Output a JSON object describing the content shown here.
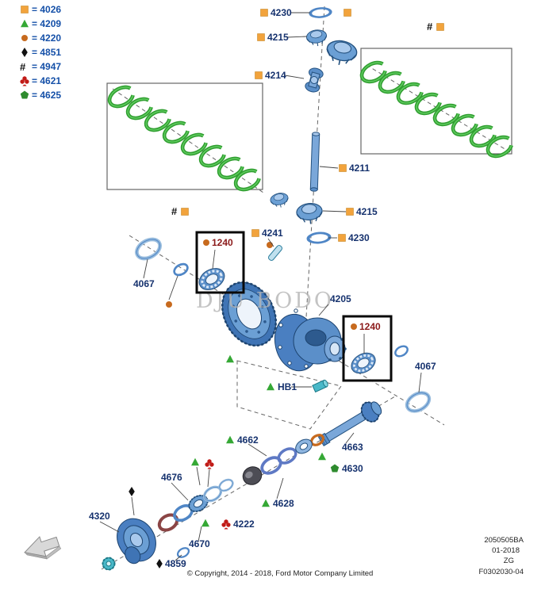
{
  "page": {
    "watermark": "DJU BODO",
    "copyright": "© Copyright, 2014 - 2018, Ford Motor Company Limited",
    "doc": {
      "code": "2050505BA",
      "date": "01-2018",
      "plant": "ZG",
      "frame": "F0302030-04"
    }
  },
  "colors": {
    "marker_orange": "#F2A33C",
    "marker_orange_dot": "#C76A1E",
    "marker_green": "#35A835",
    "marker_red_club": "#C11B17",
    "part_blue": "#5b8fc9",
    "kit_ring_green": "#2f9e2f",
    "label_blue": "#16326e",
    "label_red": "#8B1A1A"
  },
  "legend": {
    "hash_glyph": "#",
    "items": [
      {
        "icon": "orange-square",
        "text": "= 4026"
      },
      {
        "icon": "green-triangle",
        "text": "= 4209"
      },
      {
        "icon": "orange-circle",
        "text": "= 4220"
      },
      {
        "icon": "black-diamond",
        "text": "= 4851"
      },
      {
        "icon": "hash",
        "text": "= 4947"
      },
      {
        "icon": "red-club",
        "text": "= 4621"
      },
      {
        "icon": "green-pentagon",
        "text": "= 4625"
      }
    ]
  },
  "callouts": {
    "hash": "#",
    "c4230_top": "4230",
    "c4215_top": "4215",
    "c4214": "4214",
    "c4211": "4211",
    "c4215_mid": "4215",
    "c4241": "4241",
    "c4230_mid": "4230",
    "c4067_left": "4067",
    "c1240_left": "1240",
    "c4205": "4205",
    "c1240_right": "1240",
    "c4067_right": "4067",
    "c_hb1": "HB1",
    "c4662": "4662",
    "c4663": "4663",
    "c4630": "4630",
    "c4628": "4628",
    "c4676": "4676",
    "c4222": "4222",
    "c4670": "4670",
    "c4320": "4320",
    "c4859": "4859"
  }
}
